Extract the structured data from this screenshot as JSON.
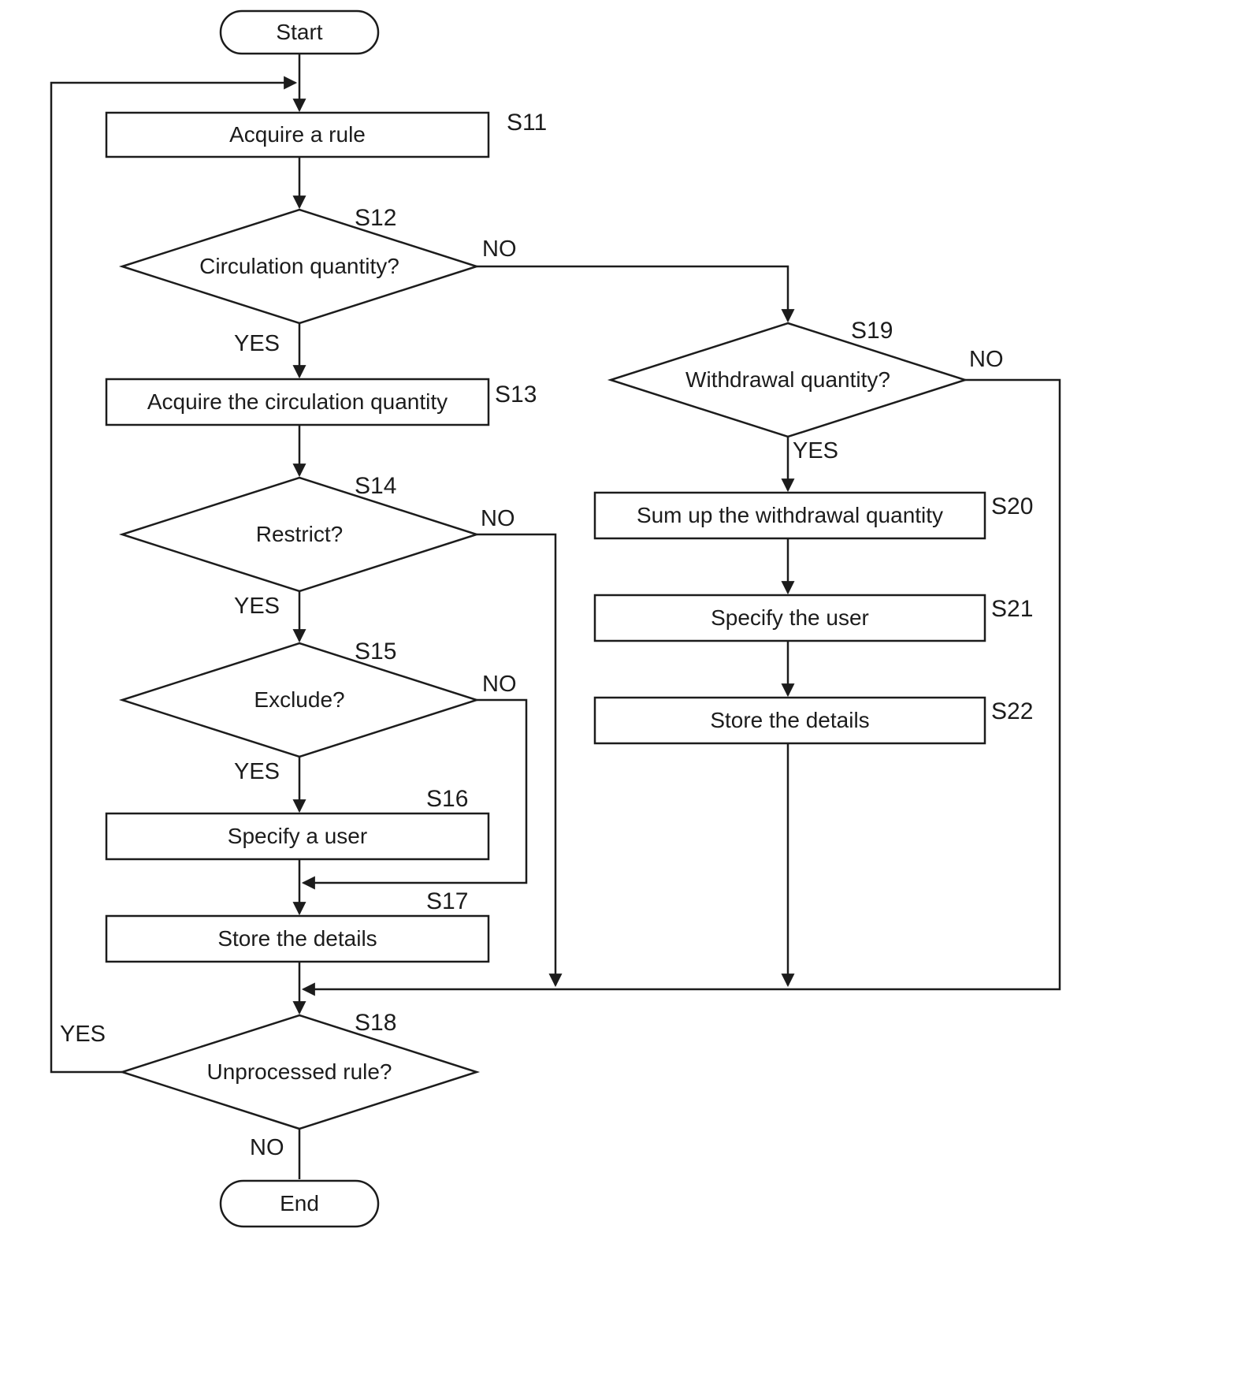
{
  "diagram": {
    "type": "flowchart",
    "colors": {
      "line": "#1c1c1c",
      "background": "#ffffff"
    },
    "nodes": {
      "start": {
        "label": "Start"
      },
      "s11": {
        "step": "S11",
        "label": "Acquire a rule"
      },
      "s12": {
        "step": "S12",
        "label": "Circulation quantity?",
        "yes": "YES",
        "no": "NO"
      },
      "s13": {
        "step": "S13",
        "label": "Acquire the circulation quantity"
      },
      "s14": {
        "step": "S14",
        "label": "Restrict?",
        "yes": "YES",
        "no": "NO"
      },
      "s15": {
        "step": "S15",
        "label": "Exclude?",
        "yes": "YES",
        "no": "NO"
      },
      "s16": {
        "step": "S16",
        "label": "Specify a user"
      },
      "s17": {
        "step": "S17",
        "label": "Store the details"
      },
      "s18": {
        "step": "S18",
        "label": "Unprocessed rule?",
        "yes": "YES",
        "no": "NO"
      },
      "s19": {
        "step": "S19",
        "label": "Withdrawal quantity?",
        "yes": "YES",
        "no": "NO"
      },
      "s20": {
        "step": "S20",
        "label": "Sum up the withdrawal quantity"
      },
      "s21": {
        "step": "S21",
        "label": "Specify the user"
      },
      "s22": {
        "step": "S22",
        "label": "Store the details"
      },
      "end": {
        "label": "End"
      }
    }
  }
}
